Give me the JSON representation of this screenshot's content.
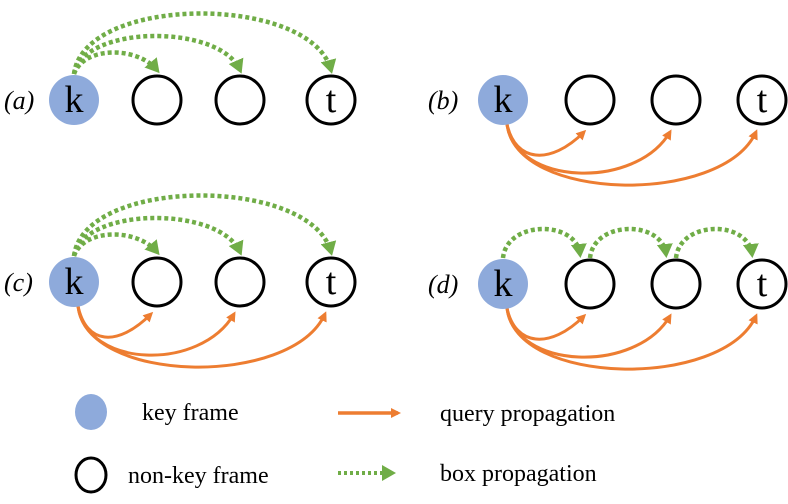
{
  "colors": {
    "key_frame": "#8eaadb",
    "query": "#ed7d31",
    "box": "#70ad47",
    "outline": "#000000"
  },
  "panels": [
    {
      "id": "a",
      "label": "(a)",
      "key_text": "k",
      "target_text": "t",
      "query": false,
      "box": "from-key"
    },
    {
      "id": "b",
      "label": "(b)",
      "key_text": "k",
      "target_text": "t",
      "query": true,
      "box": "none"
    },
    {
      "id": "c",
      "label": "(c)",
      "key_text": "k",
      "target_text": "t",
      "query": true,
      "box": "from-key"
    },
    {
      "id": "d",
      "label": "(d)",
      "key_text": "k",
      "target_text": "t",
      "query": true,
      "box": "chain"
    }
  ],
  "legend": {
    "key_frame": "key frame",
    "non_key_frame": "non-key frame",
    "query_propagation": "query propagation",
    "box_propagation": "box propagation"
  }
}
